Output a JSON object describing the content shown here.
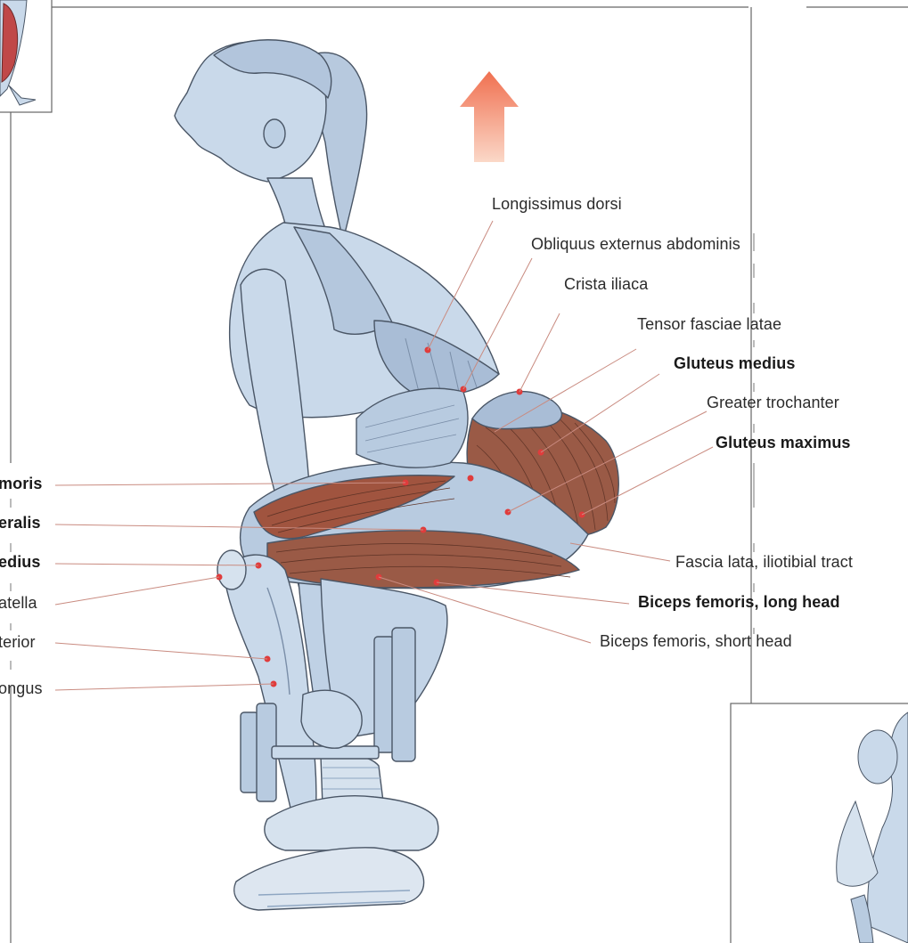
{
  "colors": {
    "skin": "#c9d9ea",
    "skin_shade": "#8ea6c2",
    "outline": "#4a5666",
    "muscle": "#9a5a46",
    "muscle_light": "#c9876f",
    "marker": "#e03c3c",
    "leader": "#c98b80",
    "arrow": "#f0805c",
    "frame": "#666666"
  },
  "labels_right": [
    {
      "text": "Longissimus dorsi",
      "bold": false
    },
    {
      "text": "Obliquus externus abdominis",
      "bold": false
    },
    {
      "text": "Crista iliaca",
      "bold": false
    },
    {
      "text": "Tensor fasciae latae",
      "bold": false
    },
    {
      "text": "Gluteus medius",
      "bold": true
    },
    {
      "text": "Greater trochanter",
      "bold": false
    },
    {
      "text": "Gluteus maximus",
      "bold": true
    },
    {
      "text": "Fascia lata, iliotibial tract",
      "bold": false
    },
    {
      "text": "Biceps femoris, long head",
      "bold": true
    },
    {
      "text": "Biceps femoris, short head",
      "bold": false
    }
  ],
  "labels_left": [
    {
      "text": "moris",
      "bold": true
    },
    {
      "text": "eralis",
      "bold": true
    },
    {
      "text": "edius",
      "bold": true
    },
    {
      "text": "atella",
      "bold": false
    },
    {
      "text": "terior",
      "bold": false
    },
    {
      "text": "ongus",
      "bold": false
    }
  ]
}
